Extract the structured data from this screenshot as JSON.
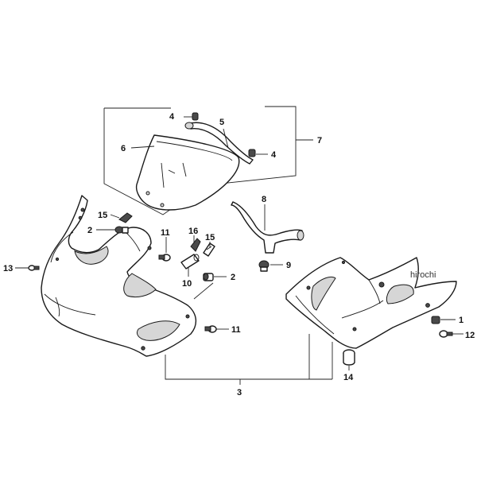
{
  "callouts": {
    "c1": "1",
    "c2a": "2",
    "c2b": "2",
    "c3": "3",
    "c4a": "4",
    "c4b": "4",
    "c5": "5",
    "c6": "6",
    "c7": "7",
    "c8": "8",
    "c9": "9",
    "c10": "10",
    "c11a": "11",
    "c11b": "11",
    "c12": "12",
    "c13": "13",
    "c14": "14",
    "c15a": "15",
    "c15b": "15",
    "c16": "16"
  },
  "watermark": "hirochi"
}
